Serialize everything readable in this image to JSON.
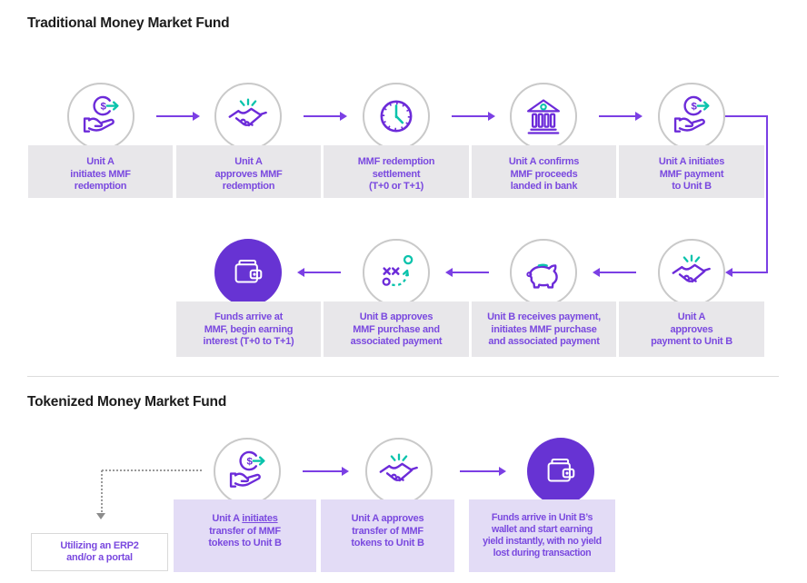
{
  "colors": {
    "icon_purple": "#6C2BD9",
    "icon_teal": "#0AC3AC",
    "arrow_purple": "#7B3FE4",
    "label_text_purple": "#7A49DF",
    "filled_circle_purple": "#6733D3",
    "gray_label_box": "#E8E7EA",
    "lavender_label_box": "#E3DCF6",
    "circle_border_gray": "#C9C9C9",
    "title_text": "#1C1C1C",
    "dotted_connector_gray": "#9A9A9A"
  },
  "traditional": {
    "title": "Traditional Money Market Fund",
    "row1": [
      {
        "icon": "money-send-icon",
        "label": "Unit A\ninitiates MMF\nredemption"
      },
      {
        "icon": "handshake-icon",
        "label": "Unit A\napproves MMF\nredemption"
      },
      {
        "icon": "clock-icon",
        "label": "MMF redemption\nsettlement\n(T+0 or T+1)"
      },
      {
        "icon": "bank-icon",
        "label": "Unit A confirms\nMMF proceeds\nlanded in bank"
      },
      {
        "icon": "money-send-icon",
        "label": "Unit A initiates\nMMF payment\nto Unit B"
      }
    ],
    "row2": [
      {
        "icon": "wallet-icon",
        "label": "Funds arrive at\nMMF, begin earning\ninterest (T+0 to T+1)"
      },
      {
        "icon": "strategy-icon",
        "label": "Unit B approves\nMMF purchase and\nassociated payment"
      },
      {
        "icon": "piggy-bank-icon",
        "label": "Unit B receives payment,\ninitiates MMF purchase\nand associated payment"
      },
      {
        "icon": "handshake-icon",
        "label": "Unit A\napproves\npayment to Unit B"
      }
    ]
  },
  "tokenized": {
    "title": "Tokenized Money Market Fund",
    "note": "Utilizing an ERP2\nand/or a portal",
    "steps": [
      {
        "icon": "money-send-icon",
        "label_prefix": "Unit A ",
        "label_underlined": "initiates",
        "label_suffix": "\ntransfer of MMF\ntokens to Unit B"
      },
      {
        "icon": "handshake-icon",
        "label": "Unit A approves\ntransfer of MMF\ntokens to Unit B"
      },
      {
        "icon": "wallet-icon",
        "label": "Funds arrive in Unit B’s\nwallet and start earning\nyield instantly, with no yield\nlost during transaction"
      }
    ]
  }
}
